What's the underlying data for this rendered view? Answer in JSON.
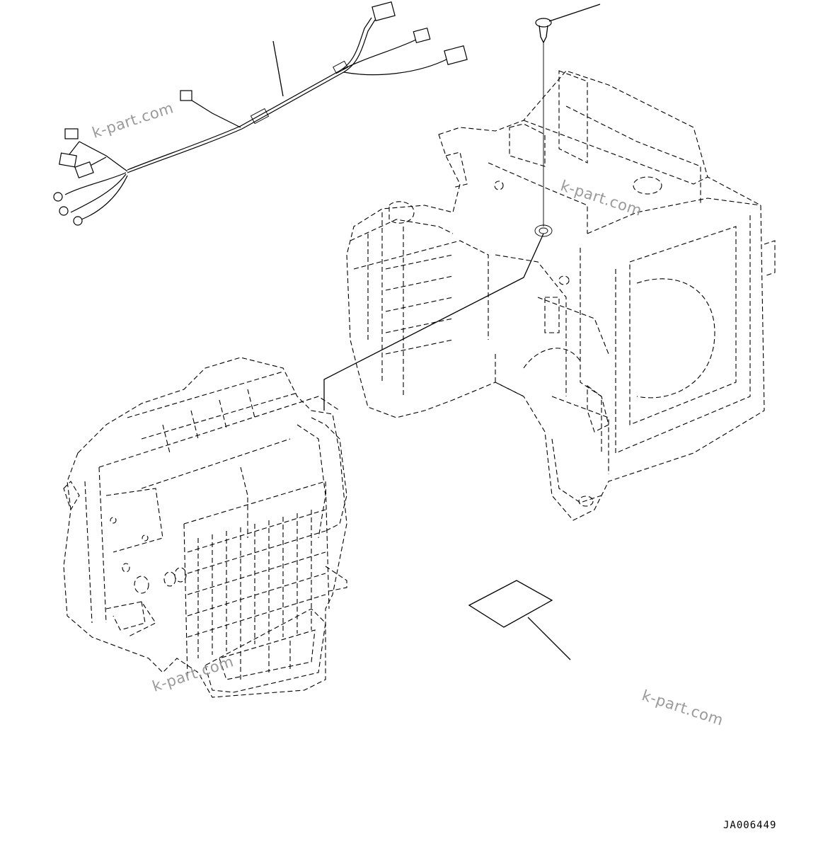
{
  "drawing": {
    "code": "JA006449",
    "watermarks": [
      "k-part.com",
      "k-part.com",
      "k-part.com",
      "k-part.com"
    ]
  }
}
